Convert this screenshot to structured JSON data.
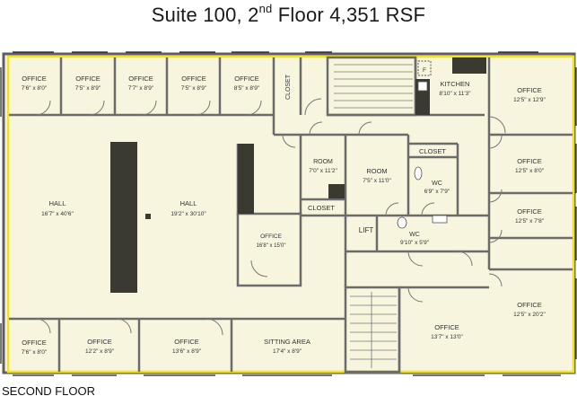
{
  "title": {
    "main": "Suite 100, 2",
    "sup": "nd",
    "rest": " Floor 4,351 RSF"
  },
  "floor_caption": "SECOND FLOOR",
  "rooms": {
    "o1": {
      "name": "OFFICE",
      "dim": "7'6\" x 8'0\""
    },
    "o2": {
      "name": "OFFICE",
      "dim": "7'5\" x 8'9\""
    },
    "o3": {
      "name": "OFFICE",
      "dim": "7'7\" x 8'9\""
    },
    "o4": {
      "name": "OFFICE",
      "dim": "7'5\" x 8'9\""
    },
    "o5": {
      "name": "OFFICE",
      "dim": "8'5\" x 8'9\""
    },
    "closet_top": {
      "name": "CLOSET"
    },
    "kitchen": {
      "name": "KITCHEN",
      "dim": "8'10\" x 11'3\""
    },
    "fridge": {
      "name": "F"
    },
    "ne_office": {
      "name": "OFFICE",
      "dim": "12'5\" x 12'9\""
    },
    "e_office2": {
      "name": "OFFICE",
      "dim": "12'5\" x 8'0\""
    },
    "e_office3": {
      "name": "OFFICE",
      "dim": "12'5\" x 7'8\""
    },
    "se_office": {
      "name": "OFFICE",
      "dim": "12'5\" x 20'2\""
    },
    "hall_left": {
      "name": "HALL",
      "dim": "16'7\" x 40'6\""
    },
    "hall_mid": {
      "name": "HALL",
      "dim": "19'2\" x 30'10\""
    },
    "room_small": {
      "name": "ROOM",
      "dim": "7'0\" x 11'2\""
    },
    "room_mid": {
      "name": "ROOM",
      "dim": "7'5\" x 11'0\""
    },
    "closet_mid": {
      "name": "CLOSET"
    },
    "closet_right": {
      "name": "CLOSET"
    },
    "wc1": {
      "name": "WC",
      "dim": "6'9\" x 7'9\""
    },
    "wc2": {
      "name": "WC",
      "dim": "9'10\" x 5'9\""
    },
    "lift": {
      "name": "LIFT"
    },
    "office_mid": {
      "name": "OFFICE",
      "dim": "16'8\" x 15'0\""
    },
    "o_bl1": {
      "name": "OFFICE",
      "dim": "7'6\" x 8'0\""
    },
    "o_bl2": {
      "name": "OFFICE",
      "dim": "12'2\" x 8'9\""
    },
    "o_bl3": {
      "name": "OFFICE",
      "dim": "13'6\" x 8'9\""
    },
    "sitting": {
      "name": "SITTING AREA",
      "dim": "17'4\" x 8'9\""
    },
    "o_bc": {
      "name": "OFFICE",
      "dim": "13'7\" x 13'0\""
    }
  },
  "colors": {
    "floor": "#f7f5de",
    "wall": "#6b6b6b",
    "outline": "#f2e31b",
    "dark": "#3b3a30"
  }
}
